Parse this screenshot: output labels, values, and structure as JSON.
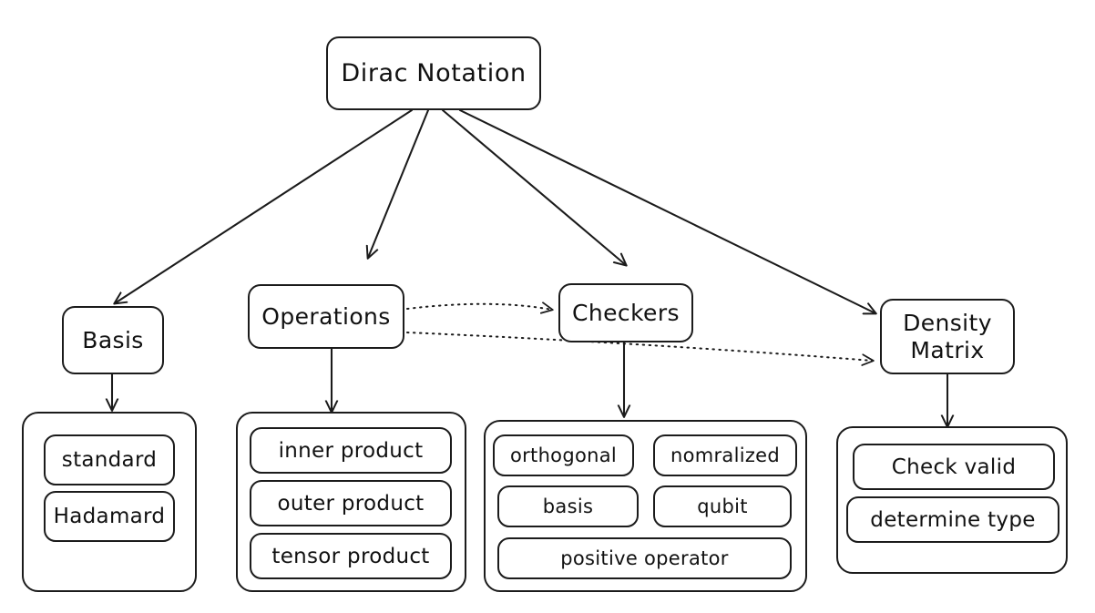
{
  "diagram": {
    "type": "tree-diagram",
    "style": "hand-drawn-sketch",
    "background_color": "#ffffff",
    "stroke_color": "#1b1b1b",
    "root": {
      "id": "dirac-notation",
      "label": "Dirac Notation"
    },
    "branches": [
      {
        "id": "basis",
        "label": "Basis",
        "children": [
          {
            "id": "standard",
            "label": "standard"
          },
          {
            "id": "hadamard",
            "label": "Hadamard"
          }
        ]
      },
      {
        "id": "operations",
        "label": "Operations",
        "children": [
          {
            "id": "inner-product",
            "label": "inner product"
          },
          {
            "id": "outer-product",
            "label": "outer product"
          },
          {
            "id": "tensor-product",
            "label": "tensor product"
          }
        ]
      },
      {
        "id": "checkers",
        "label": "Checkers",
        "children": [
          {
            "id": "orthogonal",
            "label": "orthogonal"
          },
          {
            "id": "nomralized",
            "label": "nomralized"
          },
          {
            "id": "basis-check",
            "label": "basis"
          },
          {
            "id": "qubit",
            "label": "qubit"
          },
          {
            "id": "positive-operator",
            "label": "positive operator"
          }
        ]
      },
      {
        "id": "density-matrix",
        "label": "Density\nMatrix",
        "children": [
          {
            "id": "check-valid",
            "label": "Check valid"
          },
          {
            "id": "determine-type",
            "label": "determine type"
          }
        ]
      }
    ],
    "edges": [
      {
        "from": "dirac-notation",
        "to": "basis",
        "style": "solid",
        "arrow": true
      },
      {
        "from": "dirac-notation",
        "to": "operations",
        "style": "solid",
        "arrow": true
      },
      {
        "from": "dirac-notation",
        "to": "checkers",
        "style": "solid",
        "arrow": true
      },
      {
        "from": "dirac-notation",
        "to": "density-matrix",
        "style": "solid",
        "arrow": true
      },
      {
        "from": "basis",
        "to": "basis-group",
        "style": "solid",
        "arrow": true
      },
      {
        "from": "operations",
        "to": "operations-group",
        "style": "solid",
        "arrow": true
      },
      {
        "from": "checkers",
        "to": "checkers-group",
        "style": "solid",
        "arrow": true
      },
      {
        "from": "density-matrix",
        "to": "density-matrix-group",
        "style": "solid",
        "arrow": true
      },
      {
        "from": "operations",
        "to": "checkers",
        "style": "dotted",
        "arrow": true
      },
      {
        "from": "operations",
        "to": "density-matrix",
        "style": "dotted",
        "arrow": true
      }
    ]
  }
}
